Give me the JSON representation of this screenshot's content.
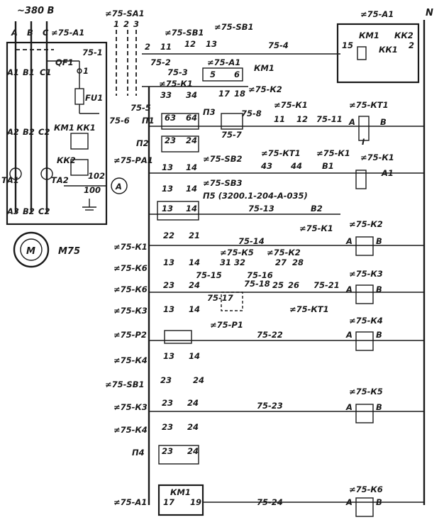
{
  "supply": {
    "voltage": "~380 В",
    "phase_a": "A",
    "phase_b": "В",
    "phase_c": "С",
    "module": "≠75-А1",
    "breaker": "QF1",
    "fuse": "FU1"
  },
  "power_circuit": {
    "terminals_top": [
      "A1",
      "B1",
      "C1"
    ],
    "terminals_mid": [
      "A2",
      "B2",
      "C2"
    ],
    "terminals_bot": [
      "A3",
      "B2",
      "C2"
    ],
    "relay_labels": [
      "КМ1",
      "КК1",
      "КК2"
    ],
    "ct_labels": [
      "ТА1",
      "ТА2"
    ],
    "node_1": "1",
    "node_102": "102",
    "node_100": "100",
    "ammeter": "A",
    "motor": "M",
    "motor_name": "М75"
  },
  "control": {
    "switch_sa1": "≠75-SA1",
    "sa1_positions": [
      "1",
      "2",
      "3"
    ],
    "wire_75_1": "75-1",
    "wire_75_2": "75-2",
    "wire_75_3": "75-3",
    "wire_75_4": "75-4",
    "wire_75_5": "75-5",
    "wire_75_6": "75-6",
    "wire_75_7": "75-7",
    "wire_75_8": "75-8",
    "wire_75_11": "75-11",
    "wire_75_13": "75-13",
    "wire_75_14": "75-14",
    "wire_75_15": "75-15",
    "wire_75_16": "75-16",
    "wire_75_17": "75-17",
    "wire_75_18": "75-18",
    "wire_75_21": "75-21",
    "wire_75_22": "75-22",
    "wire_75_23": "75-23",
    "wire_75_24": "75-24",
    "sb1": "≠75-SB1",
    "sb": "≠75-SB1",
    "a1_label": "≠75-А1",
    "km1": "КМ1",
    "k1_label": "≠75-К1",
    "k2_label": "≠75-К2",
    "kt1_label": "≠75-КТ1",
    "sb2": "≠75-SB2",
    "sb3": "≠75-SB3",
    "pa1": "≠75-РА1",
    "p1": "П1",
    "p2": "П2",
    "p3": "П3",
    "p4": "П4",
    "p5": "П5 (3200.1-204-А-035)",
    "contacts": {
      "c2": "2",
      "c11": "11",
      "c12": "12",
      "c13": "13",
      "c5": "5",
      "c6": "6",
      "c33": "33",
      "c34": "34",
      "c17": "17",
      "c18": "18",
      "c63": "63",
      "c64": "64",
      "c23": "23",
      "c24": "24",
      "c14": "14",
      "c43": "43",
      "c44": "44",
      "cB1": "В1",
      "cB2": "В2",
      "cA1": "А1",
      "c22": "22",
      "c21": "21",
      "c31": "31",
      "c32": "32",
      "c27": "27",
      "c28": "28",
      "c25": "25",
      "c26": "26",
      "c19": "19"
    }
  },
  "module_a1": {
    "title": "≠75-А1",
    "km1": "КМ1",
    "kk1": "КК1",
    "kk2": "КК2",
    "t15": "15",
    "t2": "2"
  },
  "neutral": "N",
  "rows": [
    {
      "left": "≠75-К1",
      "coil": "≠75-К2",
      "a": "A",
      "b": "В"
    },
    {
      "left": "≠75-К6"
    },
    {
      "left": "≠75-К6",
      "coil": "≠75-К3",
      "a": "A",
      "b": "В"
    },
    {
      "left": "≠75-К3",
      "extra": "≠75-КТ1",
      "p1": "≠75-Р1"
    },
    {
      "left": "≠75-Р2",
      "coil": "≠75-К4",
      "a": "A",
      "b": "В"
    },
    {
      "left": "≠75-К4"
    },
    {
      "left": "≠75-SB1"
    },
    {
      "left": "≠75-К3",
      "coil": "≠75-К5",
      "a": "A",
      "b": "В"
    },
    {
      "left": "≠75-К4"
    },
    {
      "left": "П4"
    },
    {
      "left": "≠75-А1",
      "coil": "≠75-К6",
      "a": "A",
      "b": "В",
      "km1": "КМ1"
    }
  ],
  "kt1_row": {
    "coil": "≠75-КТ1",
    "a": "A",
    "b": "В",
    "inner": "I"
  },
  "k1_row": {
    "coil": "≠75-К1",
    "a": "А1"
  }
}
